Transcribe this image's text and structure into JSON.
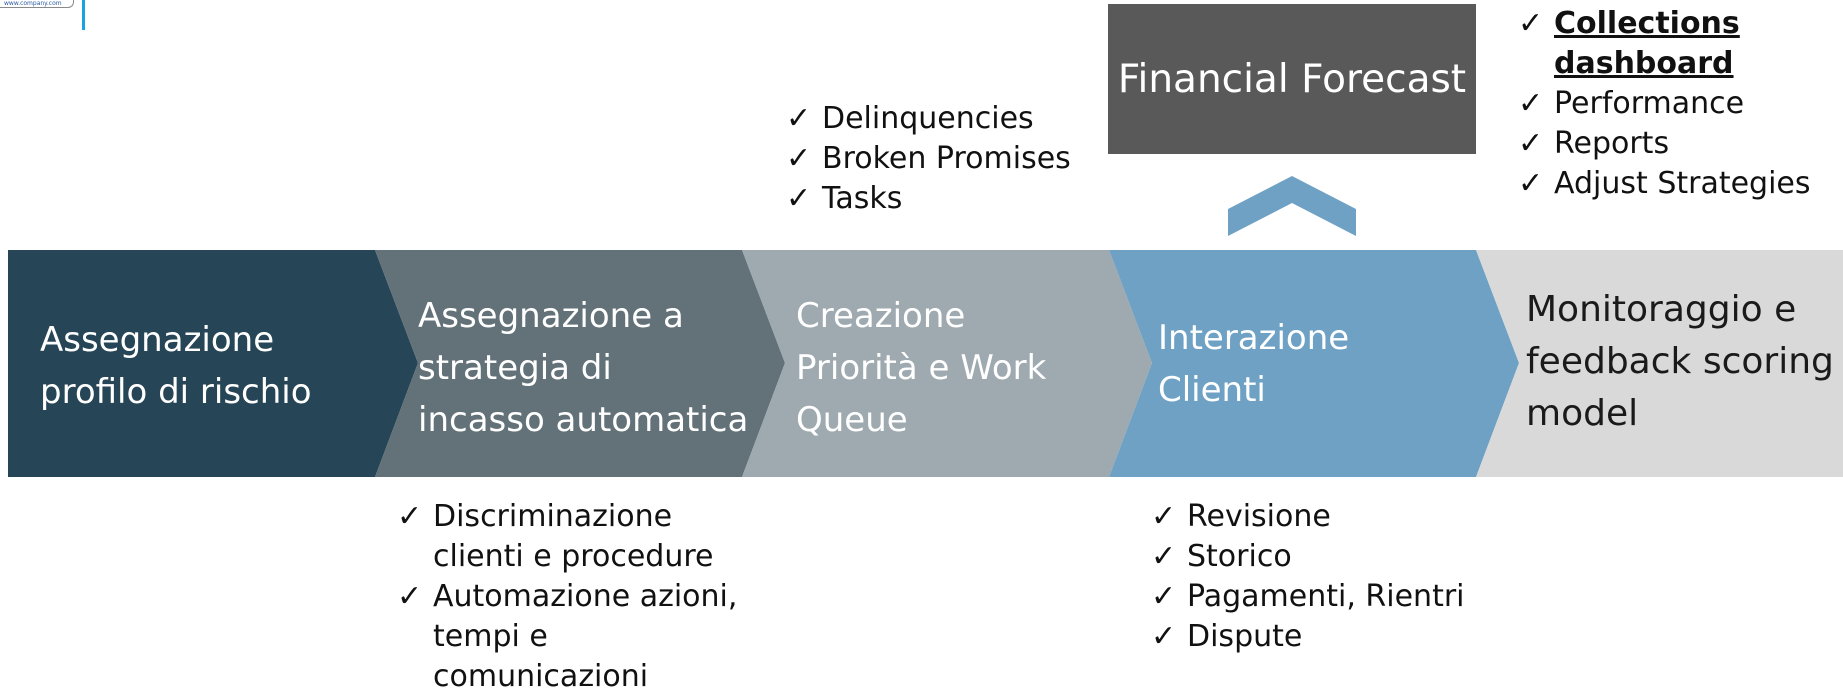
{
  "forecast_box": {
    "label": "Financial Forecast"
  },
  "steps": [
    {
      "label": "Assegnazione\nprofilo di rischio",
      "color": "#264556"
    },
    {
      "label": "Assegnazione a\nstrategia di\nincasso automatica",
      "color": "#637278"
    },
    {
      "label": "Creazione\nPriorità e Work\nQueue",
      "color": "#9eaab0"
    },
    {
      "label": "Interazione\nClienti",
      "color": "#6ea1c4"
    },
    {
      "label": "Monitoraggio e\nfeedback scoring\nmodel",
      "color": "#d9d9d9"
    }
  ],
  "lists": {
    "work_queue": [
      "Delinquencies",
      "Broken Promises",
      "Tasks"
    ],
    "monitoring": [
      "Collections dashboard",
      "Performance",
      "Reports",
      "Adjust Strategies"
    ],
    "strategy": [
      "Discriminazione clienti e procedure",
      "Automazione azioni, tempi e comunicazioni"
    ],
    "interaction": [
      "Revisione",
      "Storico",
      "Pagamenti, Rientri",
      "Dispute"
    ]
  },
  "check_mark": "✓",
  "colors": {
    "forecast_bg": "#595959",
    "arrow_up": "#6ea1c4"
  }
}
